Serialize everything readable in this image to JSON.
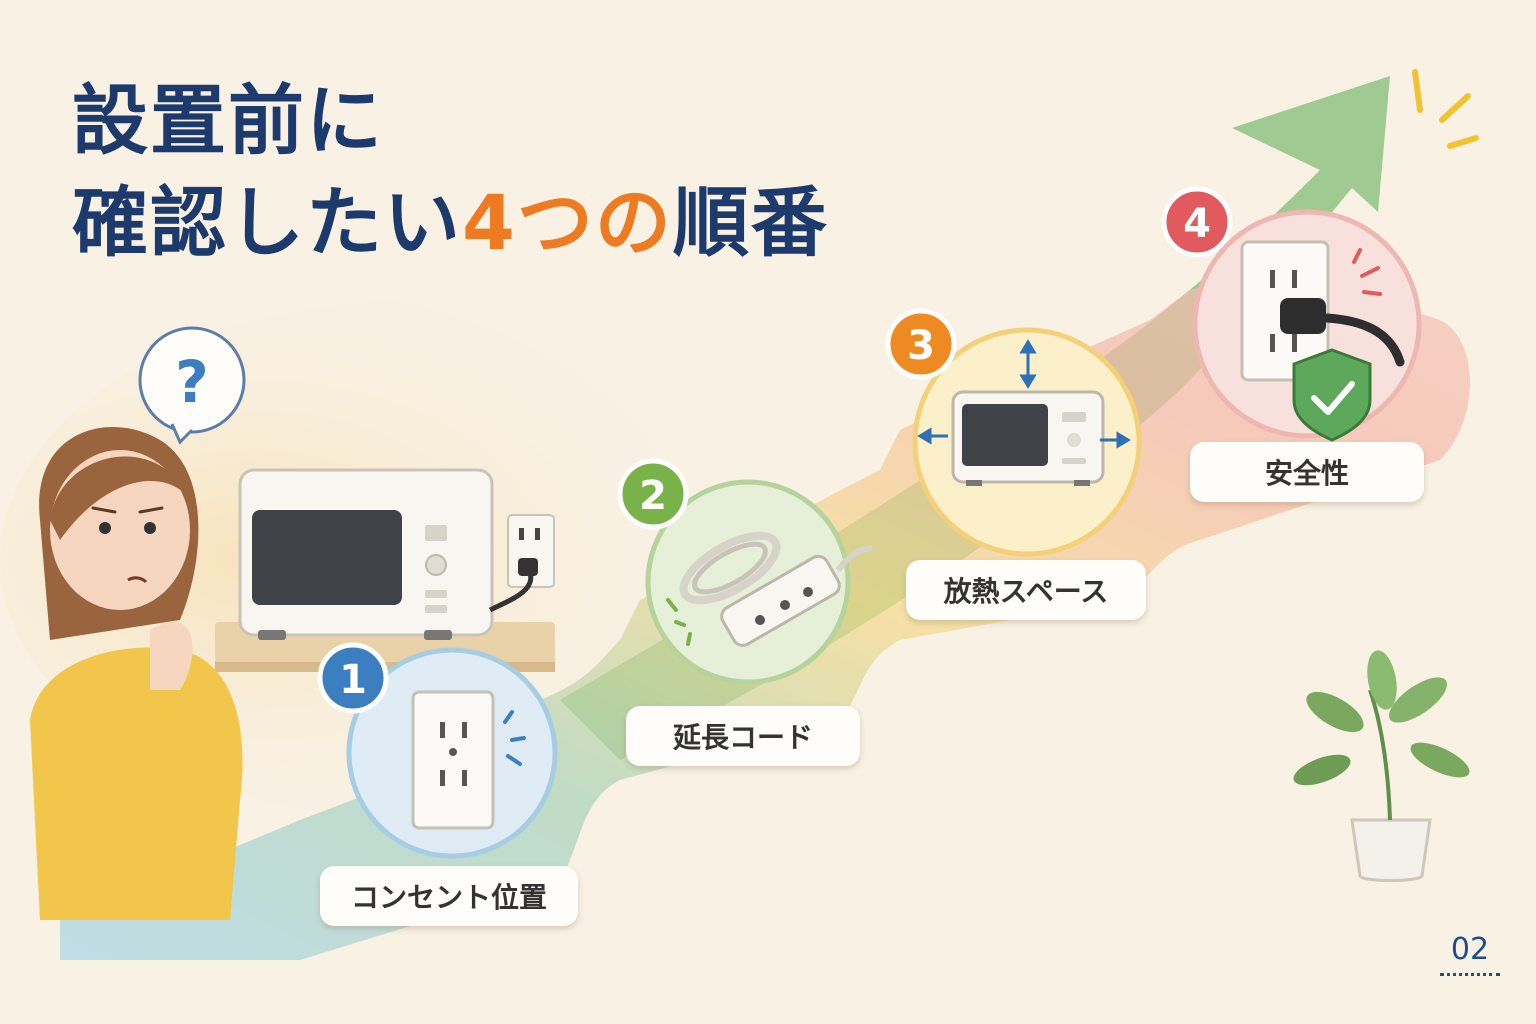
{
  "title": {
    "line1": "設置前に",
    "line2_prefix": "確認したい",
    "line2_accent": "4つの",
    "line2_suffix": "順番"
  },
  "thought_bubble": {
    "glyph": "?"
  },
  "steps": [
    {
      "number": "1",
      "label": "コンセント位置",
      "color": "#3b7fc1",
      "icon": "wall-outlet-icon"
    },
    {
      "number": "2",
      "label": "延長コード",
      "color": "#7ab24a",
      "icon": "extension-cord-icon"
    },
    {
      "number": "3",
      "label": "放熱スペース",
      "color": "#ee8a22",
      "icon": "microwave-clearance-icon"
    },
    {
      "number": "4",
      "label": "安全性",
      "color": "#e05a5e",
      "icon": "safe-plug-shield-icon"
    }
  ],
  "colors": {
    "background": "#f8f1e4",
    "title": "#1c3a6b",
    "accent": "#ee7a22",
    "arrow": "#8fc383"
  },
  "page_number": "02"
}
